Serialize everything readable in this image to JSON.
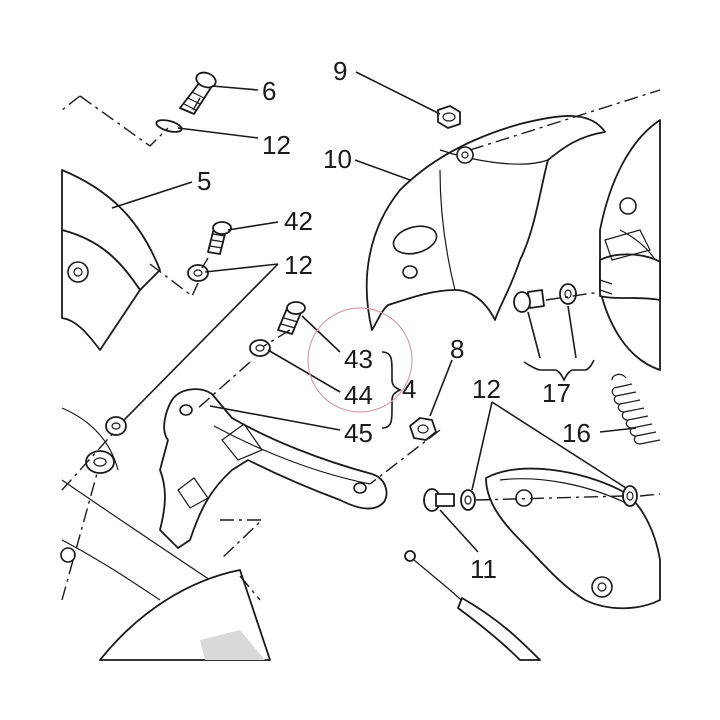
{
  "diagram": {
    "callouts": [
      {
        "id": "c6",
        "text": "6"
      },
      {
        "id": "c12a",
        "text": "12"
      },
      {
        "id": "c9",
        "text": "9"
      },
      {
        "id": "c10",
        "text": "10"
      },
      {
        "id": "c5",
        "text": "5"
      },
      {
        "id": "c42",
        "text": "42"
      },
      {
        "id": "c12b",
        "text": "12"
      },
      {
        "id": "c8",
        "text": "8"
      },
      {
        "id": "c43",
        "text": "43"
      },
      {
        "id": "c44",
        "text": "44"
      },
      {
        "id": "c4",
        "text": "4"
      },
      {
        "id": "c45",
        "text": "45"
      },
      {
        "id": "c12c",
        "text": "12"
      },
      {
        "id": "c17",
        "text": "17"
      },
      {
        "id": "c16",
        "text": "16"
      },
      {
        "id": "c11",
        "text": "11"
      }
    ],
    "colors": {
      "ink": "#1a1a1a",
      "shade": "#d9d9d9",
      "highlight_circle": "#d4a0a8"
    }
  }
}
